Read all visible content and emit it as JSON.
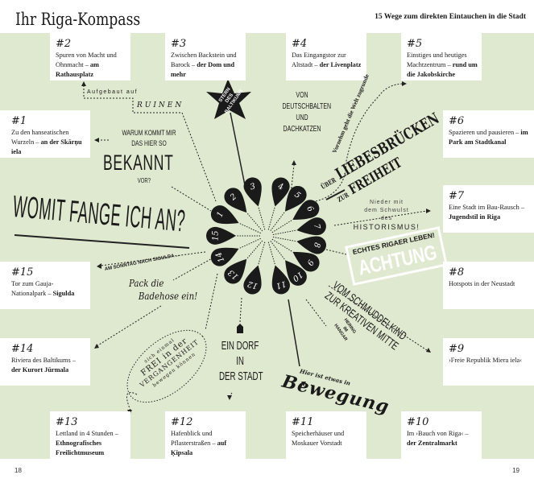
{
  "header": {
    "title": "Ihr Riga-Kompass",
    "subtitle": "15 Wege zum direkten Eintauchen in die Stadt"
  },
  "pages": {
    "left": "18",
    "right": "19"
  },
  "boxes": {
    "b1": {
      "num": "#1",
      "text": "Zu den hanseatischen Wurzeln – ",
      "bold": "an der Skārņu iela"
    },
    "b2": {
      "num": "#2",
      "text": "Spuren von Macht und Ohnmacht – ",
      "bold": "am Rathausplatz"
    },
    "b3": {
      "num": "#3",
      "text": "Zwischen Backstein und Barock – ",
      "bold": "der Dom und mehr"
    },
    "b4": {
      "num": "#4",
      "text": "Das Eingangstor zur Altstadt – ",
      "bold": "der Livenplatz"
    },
    "b5": {
      "num": "#5",
      "text": "Einstiges und heutiges Machtzentrum – ",
      "bold": "rund um die Jakobskirche"
    },
    "b6": {
      "num": "#6",
      "text": "Spazieren und pausieren – ",
      "bold": "im Park am Stadtkanal"
    },
    "b7": {
      "num": "#7",
      "text": "Eine Stadt im Bau-Rausch – ",
      "bold": "Jugendstil in Riga"
    },
    "b8": {
      "num": "#8",
      "text": "Hotspots in der Neustadt",
      "bold": ""
    },
    "b9": {
      "num": "#9",
      "text": "›Freie Republik Miera iela‹",
      "bold": ""
    },
    "b10": {
      "num": "#10",
      "text": "Im ›Bauch von Riga‹ – ",
      "bold": "der Zentralmarkt"
    },
    "b11": {
      "num": "#11",
      "text": "Speicherhäuser und Moskauer Vorstadt",
      "bold": ""
    },
    "b12": {
      "num": "#12",
      "text": "Hafenblick und Pflasterstraßen – ",
      "bold": "auf Ķīpsala"
    },
    "b13": {
      "num": "#13",
      "text": "Lettland in 4 Stunden – ",
      "bold": "Ethnografisches Freilichtmuseum"
    },
    "b14": {
      "num": "#14",
      "text": "Riviera des Baltikums – ",
      "bold": "der Kurort Jūrmala"
    },
    "b15": {
      "num": "#15",
      "text": "Tor zum Gauja-Nationalpark – ",
      "bold": "Sigulda"
    }
  },
  "petals": [
    "1",
    "2",
    "3",
    "4",
    "5",
    "6",
    "7",
    "8",
    "9",
    "10",
    "11",
    "12",
    "13",
    "14",
    "15"
  ],
  "annotations": {
    "aufgebaut": "Aufgebaut auf",
    "ruinen": "RUINEN",
    "stern": [
      "STERN",
      "DES",
      "BALTIKUMS"
    ],
    "deutschbalten": [
      "VON",
      "DEUTSCHBALTEN",
      "UND",
      "DACHKATZEN"
    ],
    "vornehm": "Vornehm geht die Welt zugrunde",
    "warum": [
      "WARUM KOMMT MIR",
      "DAS HIER SO"
    ],
    "bekannt": "BEKANNT",
    "vor": "VOR?",
    "womit": "WOMIT FANGE ICH AN?",
    "ueber": "ÜBER",
    "liebes": "LIEBESBRÜCKEN",
    "zur": "ZUR",
    "freiheit": "FREIHEIT",
    "nieder": [
      "Nieder mit",
      "dem Schwulst",
      "des"
    ],
    "historismus": "HISTORISMUS!",
    "achtung": "ACHTUNG",
    "echtes": "ECHTES RIGAER LEBEN!",
    "sonntag": "AM SONNTAG NACH SIGULDA …",
    "badehose": [
      "Pack die",
      "Badehose ein!"
    ],
    "schmuddel": [
      "VOM SCHMUDDELKIND",
      "ZUR KREATIVEN MITTE"
    ],
    "hering": [
      "HERING",
      "IM",
      "HANGAR"
    ],
    "frei": [
      "sich einmal",
      "FREI in der",
      "VERGANGENHEIT",
      "bewegen können"
    ],
    "dorf": [
      "EIN DORF",
      "IN",
      "DER STADT"
    ],
    "bewegung": [
      "Hier ist etwas in",
      "Bewegung"
    ]
  }
}
